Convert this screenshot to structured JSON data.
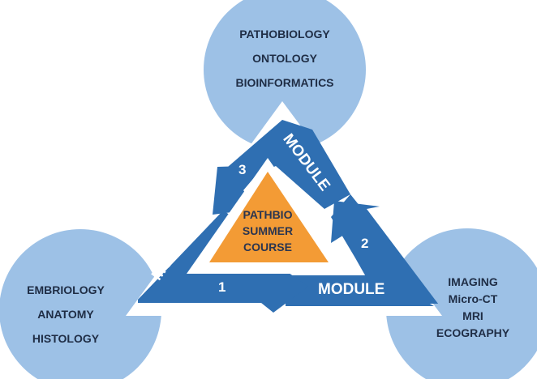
{
  "colors": {
    "circle": "#9dc1e6",
    "band": "#2f6fb2",
    "inner_triangle": "#f39b35",
    "text_dark": "#1f2d45",
    "text_light": "#ffffff"
  },
  "circles": {
    "top": [
      "PATHOBIOLOGY",
      "ONTOLOGY",
      "BIOINFORMATICS"
    ],
    "left": [
      "EMBRIOLOGY",
      "ANATOMY",
      "HISTOLOGY"
    ],
    "right": [
      "IMAGING",
      "Micro-CT",
      "MRI",
      "ECOGRAPHY"
    ]
  },
  "modules": [
    {
      "number": "1",
      "label": "MODULE"
    },
    {
      "number": "2",
      "label": "MODULE"
    },
    {
      "number": "3",
      "label": "MODULE"
    }
  ],
  "center": {
    "line1": "PATHBIO",
    "line2": "SUMMER",
    "line3": "COURSE"
  }
}
